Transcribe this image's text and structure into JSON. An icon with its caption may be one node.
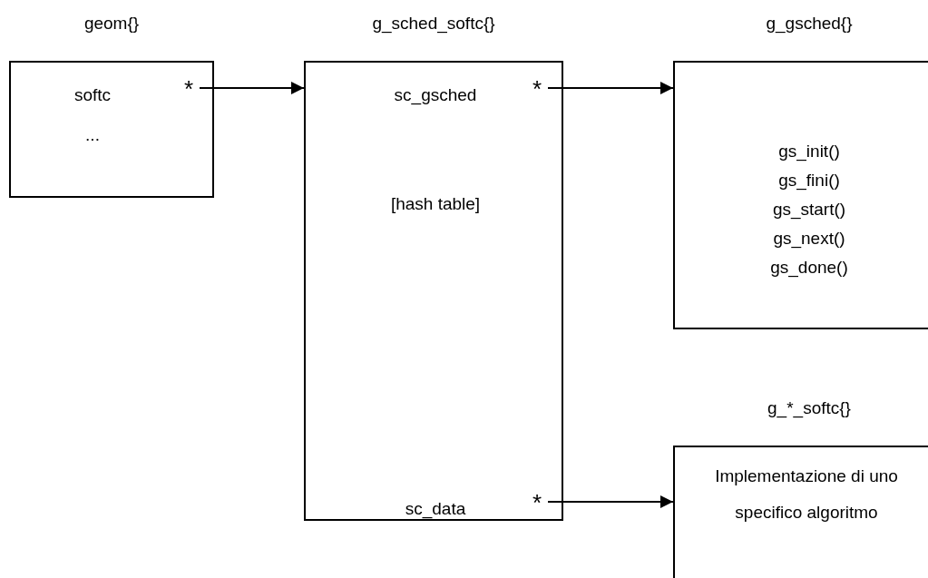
{
  "diagram": {
    "nodes": [
      {
        "text": [
          "geom{}",
          "softc",
          "..."
        ]
      },
      {
        "text": [
          "*"
        ],
        "in": 0
      },
      {
        "text": [
          "g_sched_softc{}",
          "sc_gsched",
          "[hash table]",
          "sc_data"
        ]
      },
      {
        "text": [
          "*"
        ],
        "in": 2
      },
      {
        "text": [
          "*"
        ],
        "in": 2
      },
      {
        "text": [
          "g_gsched{}",
          "gs_init()",
          "gs_fini()",
          "gs_start()",
          "gs_next()",
          "gs_done()"
        ]
      },
      {
        "text": [
          "g_*_softc{}",
          "Implementazione di uno specifico algoritmo"
        ]
      }
    ],
    "edges": [
      {
        "from": 1,
        "to": 2,
        "arrow": "to"
      },
      {
        "from": 3,
        "to": 5,
        "arrow": "to"
      },
      {
        "from": 4,
        "to": 6,
        "arrow": "to"
      }
    ]
  }
}
